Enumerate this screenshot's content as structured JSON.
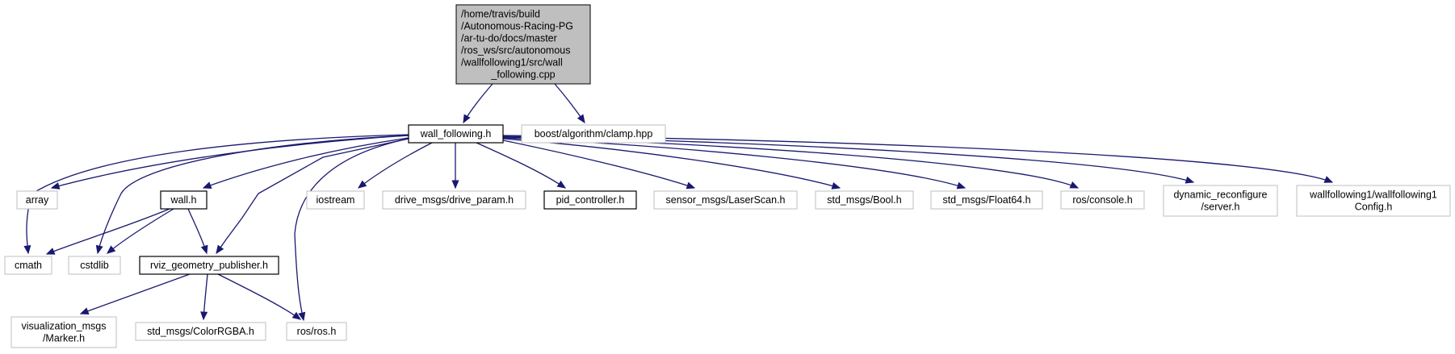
{
  "colors": {
    "edge": "#191970",
    "root_fill": "#bfbfbf",
    "root_border": "#000000",
    "documented_border": "#000000",
    "external_border": "#bfbfbf",
    "node_fill": "#ffffff"
  },
  "nodes": [
    {
      "id": "root",
      "name": "root-node",
      "style": "root",
      "lines": [
        "/home/travis/build",
        "/Autonomous-Racing-PG",
        "/ar-tu-do/docs/master",
        "/ros_ws/src/autonomous",
        "/wallfollowing1/src/wall",
        "_following.cpp"
      ]
    },
    {
      "id": "wall_following_h",
      "name": "node-wall-following-h",
      "style": "documented",
      "lines": [
        "wall_following.h"
      ]
    },
    {
      "id": "boost_clamp",
      "name": "node-boost-clamp",
      "style": "external",
      "lines": [
        "boost/algorithm/clamp.hpp"
      ]
    },
    {
      "id": "array",
      "name": "node-array",
      "style": "external",
      "lines": [
        "array"
      ]
    },
    {
      "id": "wall_h",
      "name": "node-wall-h",
      "style": "documented",
      "lines": [
        "wall.h"
      ]
    },
    {
      "id": "iostream",
      "name": "node-iostream",
      "style": "external",
      "lines": [
        "iostream"
      ]
    },
    {
      "id": "drive_param",
      "name": "node-drive-param",
      "style": "external",
      "lines": [
        "drive_msgs/drive_param.h"
      ]
    },
    {
      "id": "pid_controller",
      "name": "node-pid-controller",
      "style": "documented",
      "lines": [
        "pid_controller.h"
      ]
    },
    {
      "id": "laserscan",
      "name": "node-laserscan",
      "style": "external",
      "lines": [
        "sensor_msgs/LaserScan.h"
      ]
    },
    {
      "id": "bool_h",
      "name": "node-bool",
      "style": "external",
      "lines": [
        "std_msgs/Bool.h"
      ]
    },
    {
      "id": "float64",
      "name": "node-float64",
      "style": "external",
      "lines": [
        "std_msgs/Float64.h"
      ]
    },
    {
      "id": "console",
      "name": "node-console",
      "style": "external",
      "lines": [
        "ros/console.h"
      ]
    },
    {
      "id": "dyn_server",
      "name": "node-dynamic-reconfigure-server",
      "style": "external",
      "lines": [
        "dynamic_reconfigure",
        "/server.h"
      ]
    },
    {
      "id": "wf_config",
      "name": "node-wallfollowing-config",
      "style": "external",
      "lines": [
        "wallfollowing1/wallfollowing1",
        "Config.h"
      ]
    },
    {
      "id": "cmath",
      "name": "node-cmath",
      "style": "external",
      "lines": [
        "cmath"
      ]
    },
    {
      "id": "cstdlib",
      "name": "node-cstdlib",
      "style": "external",
      "lines": [
        "cstdlib"
      ]
    },
    {
      "id": "rviz_pub",
      "name": "node-rviz-geometry-publisher",
      "style": "documented",
      "lines": [
        "rviz_geometry_publisher.h"
      ]
    },
    {
      "id": "vis_marker",
      "name": "node-visualization-marker",
      "style": "external",
      "lines": [
        "visualization_msgs",
        "/Marker.h"
      ]
    },
    {
      "id": "color_rgba",
      "name": "node-color-rgba",
      "style": "external",
      "lines": [
        "std_msgs/ColorRGBA.h"
      ]
    },
    {
      "id": "ros_h",
      "name": "node-ros-h",
      "style": "external",
      "lines": [
        "ros/ros.h"
      ]
    }
  ],
  "edges": [
    {
      "from": "root",
      "to": "wall_following_h"
    },
    {
      "from": "root",
      "to": "boost_clamp"
    },
    {
      "from": "wall_following_h",
      "to": "array"
    },
    {
      "from": "wall_following_h",
      "to": "cmath"
    },
    {
      "from": "wall_following_h",
      "to": "cstdlib"
    },
    {
      "from": "wall_following_h",
      "to": "wall_h"
    },
    {
      "from": "wall_following_h",
      "to": "rviz_pub"
    },
    {
      "from": "wall_following_h",
      "to": "ros_h"
    },
    {
      "from": "wall_following_h",
      "to": "iostream"
    },
    {
      "from": "wall_following_h",
      "to": "drive_param"
    },
    {
      "from": "wall_following_h",
      "to": "pid_controller"
    },
    {
      "from": "wall_following_h",
      "to": "laserscan"
    },
    {
      "from": "wall_following_h",
      "to": "bool_h"
    },
    {
      "from": "wall_following_h",
      "to": "float64"
    },
    {
      "from": "wall_following_h",
      "to": "console"
    },
    {
      "from": "wall_following_h",
      "to": "dyn_server"
    },
    {
      "from": "wall_following_h",
      "to": "wf_config"
    },
    {
      "from": "wall_h",
      "to": "cmath"
    },
    {
      "from": "wall_h",
      "to": "cstdlib"
    },
    {
      "from": "wall_h",
      "to": "rviz_pub"
    },
    {
      "from": "rviz_pub",
      "to": "vis_marker"
    },
    {
      "from": "rviz_pub",
      "to": "color_rgba"
    },
    {
      "from": "rviz_pub",
      "to": "ros_h"
    }
  ]
}
